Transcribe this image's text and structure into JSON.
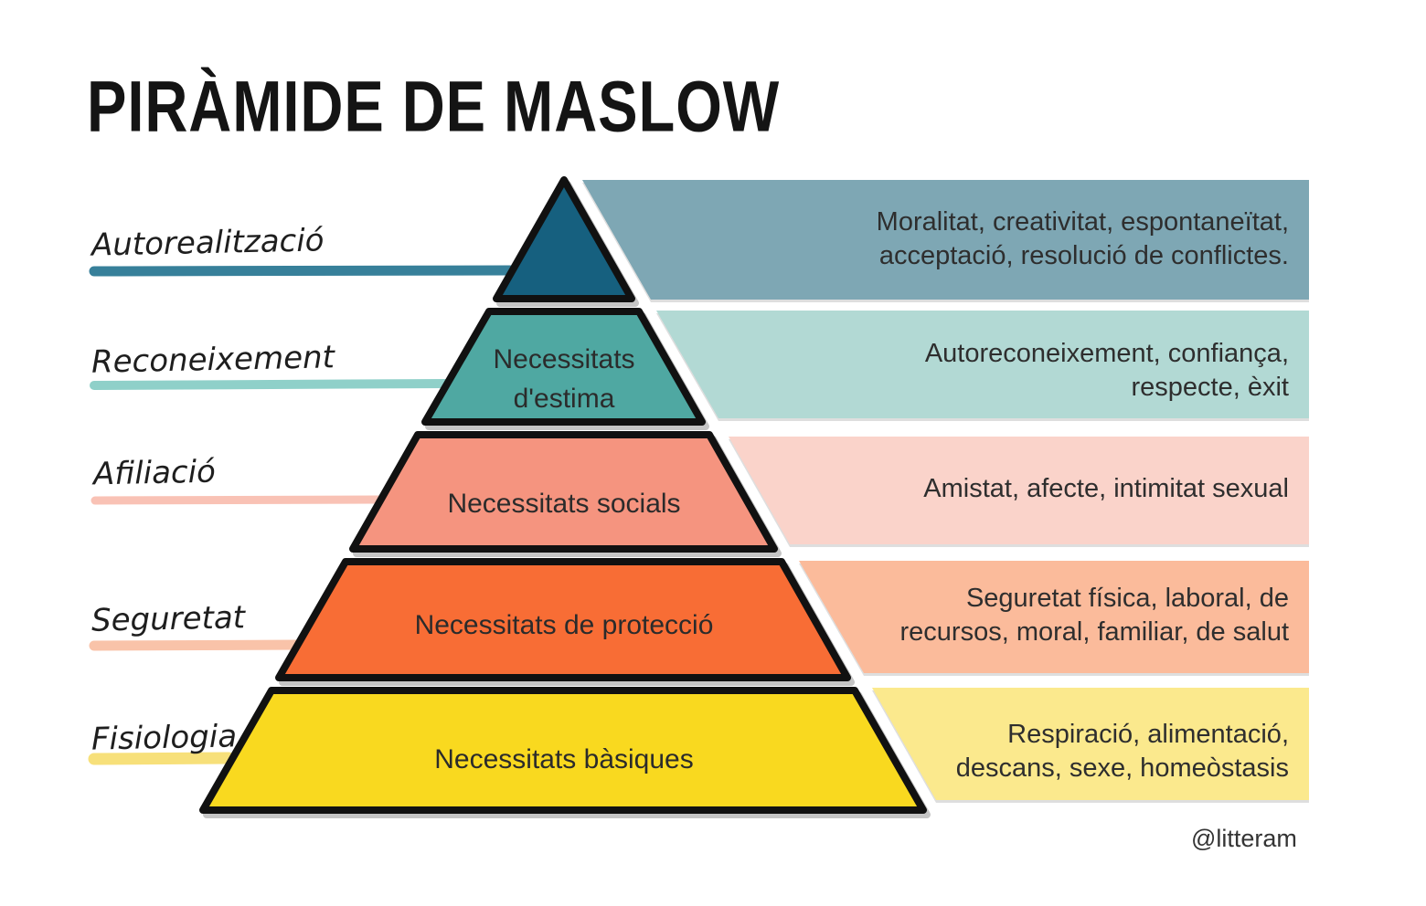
{
  "title": "PIRÀMIDE DE MASLOW",
  "credit": "@litteram",
  "levels": [
    {
      "side_label": "Autorealització",
      "pyramid_lines": [],
      "band_lines": [
        "Moralitat, creativitat, espontaneïtat,",
        "acceptació, resolució de conflictes."
      ],
      "pyramid_color": "#16607f",
      "band_color": "#7ea7b4",
      "underline_color": "#37809a"
    },
    {
      "side_label": "Reconeixement",
      "pyramid_lines": [
        "Necessitats",
        "d'estima"
      ],
      "band_lines": [
        "Autoreconeixement, confiança,",
        "respecte, èxit"
      ],
      "pyramid_color": "#4fa8a2",
      "band_color": "#b2d9d4",
      "underline_color": "#8fd0c9"
    },
    {
      "side_label": "Afiliació",
      "pyramid_lines": [
        "Necessitats socials"
      ],
      "band_lines": [
        "Amistat, afecte, intimitat sexual"
      ],
      "pyramid_color": "#f5947f",
      "band_color": "#fad3ca",
      "underline_color": "#f9c2b5"
    },
    {
      "side_label": "Seguretat",
      "pyramid_lines": [
        "Necessitats de protecció"
      ],
      "band_lines": [
        "Seguretat física, laboral, de",
        "recursos, moral, familiar, de salut"
      ],
      "pyramid_color": "#f86d35",
      "band_color": "#fbbb9b",
      "underline_color": "#f9c3a9"
    },
    {
      "side_label": "Fisiologia",
      "pyramid_lines": [
        "Necessitats bàsiques"
      ],
      "band_lines": [
        "Respiració, alimentació,",
        "descans, sexe, homeòstasis"
      ],
      "pyramid_color": "#f9d91f",
      "band_color": "#fbe98d",
      "underline_color": "#f7e07a"
    }
  ]
}
